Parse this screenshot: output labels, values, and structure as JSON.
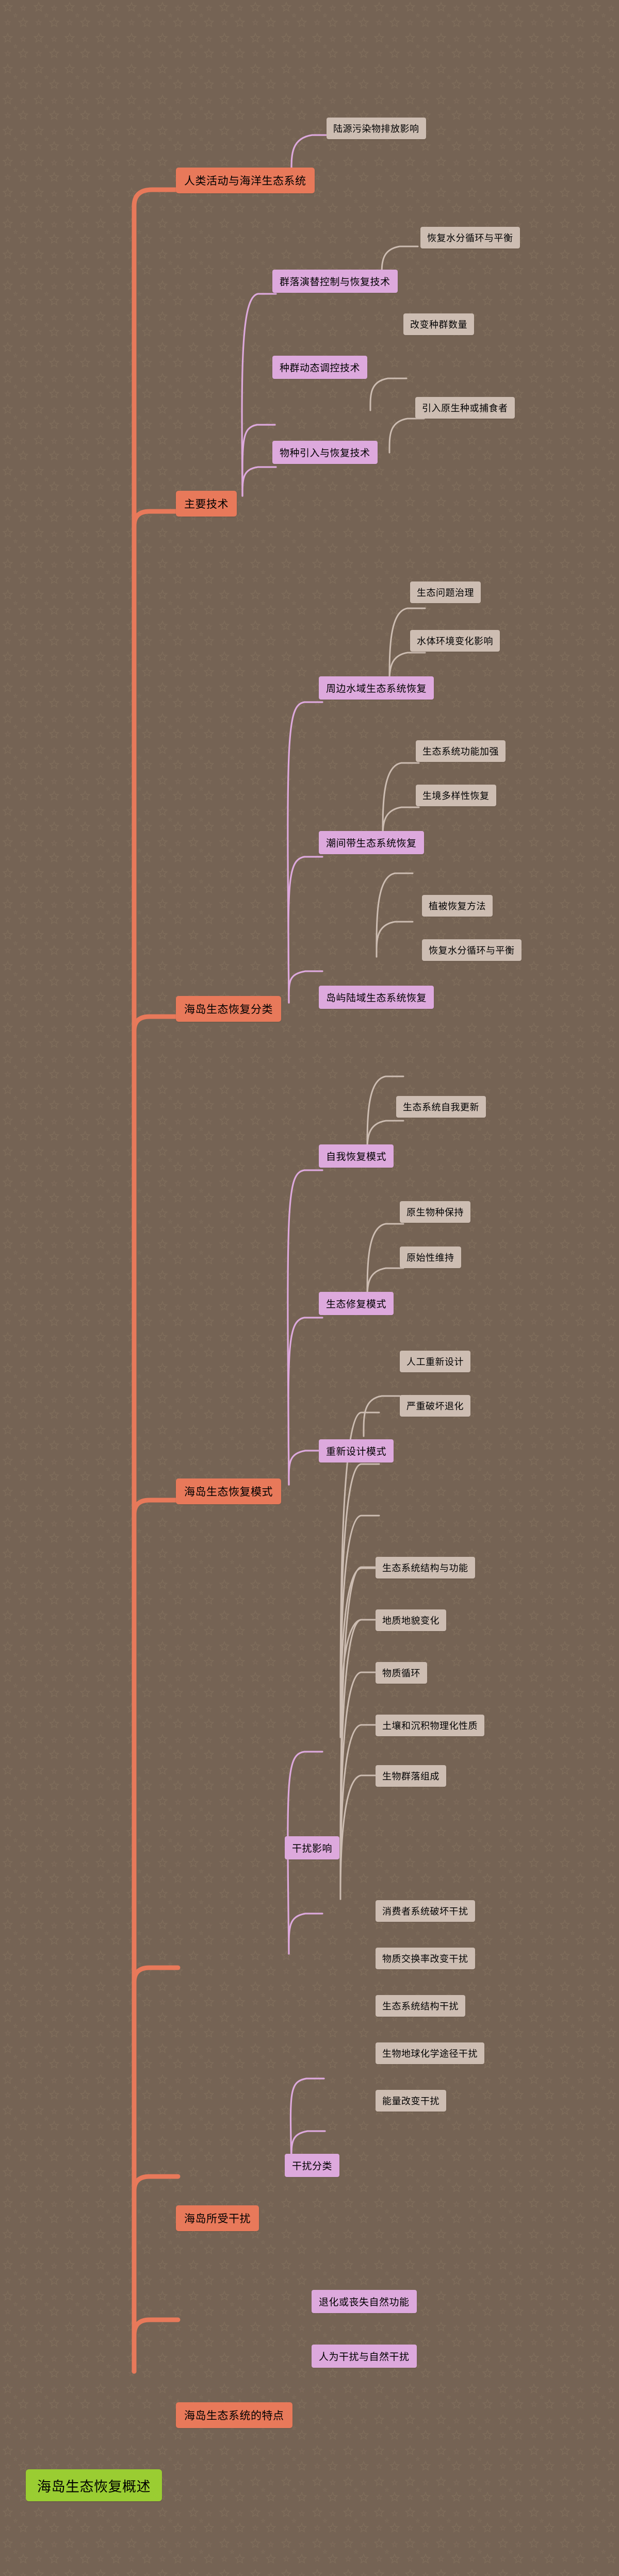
{
  "diagram": {
    "title": "海岛生态恢复概述",
    "type": "mindmap",
    "background_color": "#756354",
    "background_pattern": "star-pattern",
    "colors": {
      "root": "#9acd32",
      "level1": "#e8795a",
      "level2": "#dda9dd",
      "level3": "#cdbdb2",
      "edge_level1": "#e8795a",
      "edge_level2": "#dda9dd",
      "edge_level3": "#cdbdb2",
      "text": "#000000"
    }
  },
  "root": {
    "label": "海岛生态恢复概述"
  },
  "nodes": {
    "b1": {
      "label": "人类活动与海洋生态系统"
    },
    "b1c1": {
      "label": "陆源污染物排放影响"
    },
    "b2": {
      "label": "主要技术"
    },
    "b2c1": {
      "label": "群落演替控制与恢复技术"
    },
    "b2c1g1": {
      "label": "恢复水分循环与平衡"
    },
    "b2c2": {
      "label": "种群动态调控技术"
    },
    "b2c2g1": {
      "label": "改变种群数量"
    },
    "b2c3": {
      "label": "物种引入与恢复技术"
    },
    "b2c3g1": {
      "label": "引入原生种或捕食者"
    },
    "b3": {
      "label": "海岛生态恢复分类"
    },
    "b3c1": {
      "label": "周边水域生态系统恢复"
    },
    "b3c1g1": {
      "label": "生态问题治理"
    },
    "b3c1g2": {
      "label": "水体环境变化影响"
    },
    "b3c2": {
      "label": "潮间带生态系统恢复"
    },
    "b3c2g1": {
      "label": "生态系统功能加强"
    },
    "b3c2g2": {
      "label": "生境多样性恢复"
    },
    "b3c3": {
      "label": "岛屿陆域生态系统恢复"
    },
    "b3c3g1": {
      "label": "植被恢复方法"
    },
    "b3c3g2": {
      "label": "恢复水分循环与平衡"
    },
    "b4": {
      "label": "海岛生态恢复模式"
    },
    "b4c1": {
      "label": "自我恢复模式"
    },
    "b4c1g1": {
      "label": "生态系统自我更新"
    },
    "b4c2": {
      "label": "生态修复模式"
    },
    "b4c2g1": {
      "label": "原生物种保持"
    },
    "b4c2g2": {
      "label": "原始性维持"
    },
    "b4c3": {
      "label": "重新设计模式"
    },
    "b4c3g1": {
      "label": "人工重新设计"
    },
    "b4c3g2": {
      "label": "严重破坏退化"
    },
    "b5": {
      "label": "海岛所受干扰"
    },
    "b5c1": {
      "label": "干扰影响"
    },
    "b5c1g1": {
      "label": "生态系统结构与功能"
    },
    "b5c1g2": {
      "label": "地质地貌变化"
    },
    "b5c1g3": {
      "label": "物质循环"
    },
    "b5c1g4": {
      "label": "土壤和沉积物理化性质"
    },
    "b5c1g5": {
      "label": "生物群落组成"
    },
    "b5c2": {
      "label": "干扰分类"
    },
    "b5c2g1": {
      "label": "消费者系统破坏干扰"
    },
    "b5c2g2": {
      "label": "物质交换率改变干扰"
    },
    "b5c2g3": {
      "label": "生态系统结构干扰"
    },
    "b5c2g4": {
      "label": "生物地球化学途径干扰"
    },
    "b5c2g5": {
      "label": "能量改变干扰"
    },
    "b6": {
      "label": "海岛生态系统的特点"
    },
    "b6c1": {
      "label": "退化或丧失自然功能"
    },
    "b6c2": {
      "label": "人为干扰与自然干扰"
    }
  }
}
